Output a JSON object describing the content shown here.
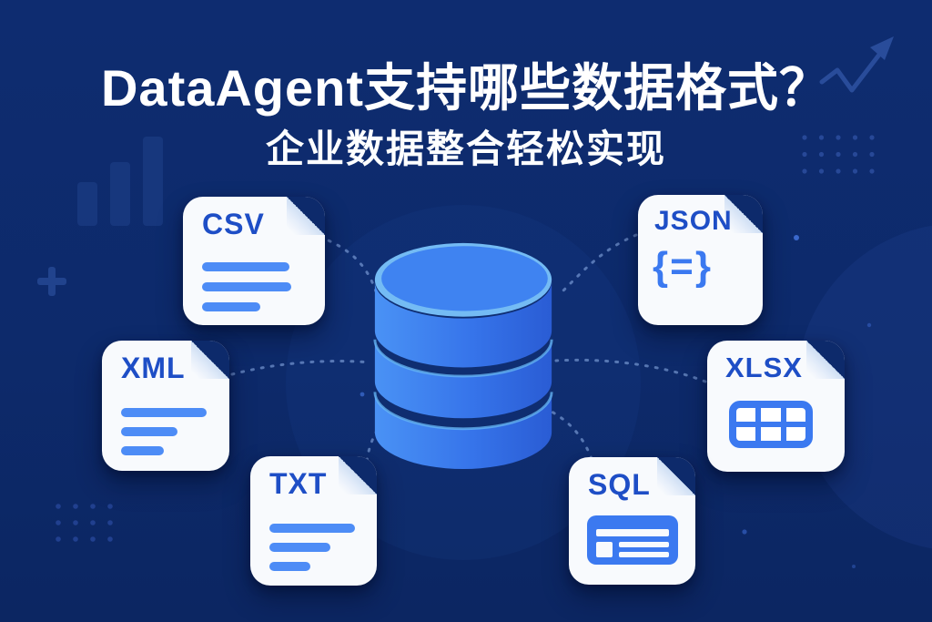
{
  "title": "DataAgent支持哪些数据格式？",
  "subtitle": "企业数据整合轻松实现",
  "cards": [
    {
      "label": "CSV",
      "icon": "document-lines-icon"
    },
    {
      "label": "JSON",
      "icon": "curly-braces-icon",
      "icon_text": "{=}"
    },
    {
      "label": "XML",
      "icon": "document-lines-icon"
    },
    {
      "label": "XLSX",
      "icon": "table-grid-icon"
    },
    {
      "label": "TXT",
      "icon": "document-lines-icon"
    },
    {
      "label": "SQL",
      "icon": "table-rows-icon"
    }
  ],
  "center_icon": "database",
  "colors": {
    "background": "#0d2a6b",
    "card_background": "#f8fafd",
    "card_fold": "#cfdff4",
    "label_blue": "#1e4ec6",
    "line_blue": "#4d8cf6",
    "icon_blue": "#3b79f0",
    "database_body": "#3674ea",
    "database_rim": "#74bbf4",
    "connector_dots": "#93b5ec"
  }
}
